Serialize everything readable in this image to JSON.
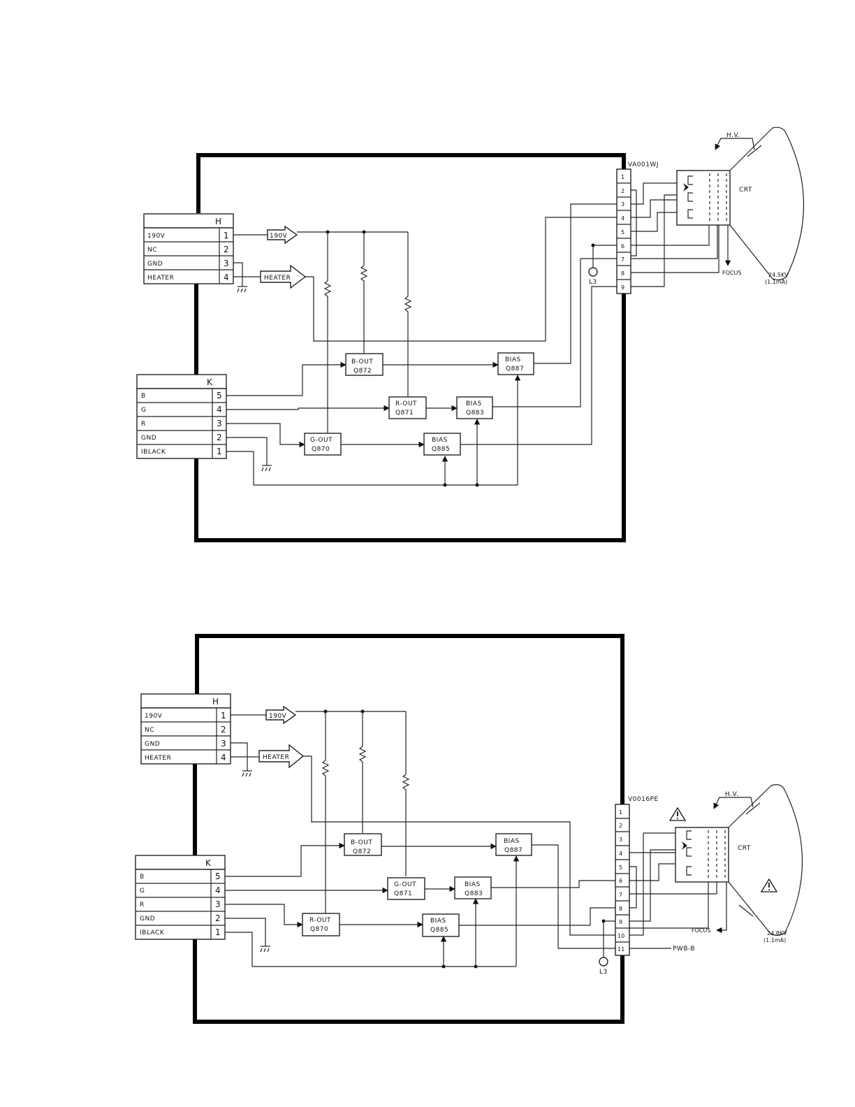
{
  "diagrams": [
    {
      "connector_h": {
        "name": "H",
        "pins": [
          {
            "label": "190V",
            "num": "1"
          },
          {
            "label": "NC",
            "num": "2"
          },
          {
            "label": "GND",
            "num": "3"
          },
          {
            "label": "HEATER",
            "num": "4"
          }
        ]
      },
      "connector_k": {
        "name": "K",
        "pins": [
          {
            "label": "B",
            "num": "5"
          },
          {
            "label": "G",
            "num": "4"
          },
          {
            "label": "R",
            "num": "3"
          },
          {
            "label": "GND",
            "num": "2"
          },
          {
            "label": "IBLACK",
            "num": "1"
          }
        ]
      },
      "arrow_190v": "190V",
      "arrow_heater": "HEATER",
      "blocks": {
        "b_out": [
          "B-OUT",
          "Q872"
        ],
        "mid_out": [
          "R-OUT",
          "Q871"
        ],
        "low_out": [
          "G-OUT",
          "Q870"
        ],
        "bias_top": [
          "BIAS",
          "Q887"
        ],
        "bias_mid": [
          "BIAS",
          "Q883"
        ],
        "bias_low": [
          "BIAS",
          "Q885"
        ]
      },
      "socket": {
        "part": "VA001WJ",
        "pins": [
          "1",
          "2",
          "3",
          "4",
          "5",
          "6",
          "7",
          "8",
          "9"
        ]
      },
      "crt": {
        "label": "CRT",
        "hv": "H.V.",
        "focus": "FOCUS",
        "voltage": "24.5KV",
        "current": "(1.1mA)",
        "inductor": "L3"
      }
    },
    {
      "connector_h": {
        "name": "H",
        "pins": [
          {
            "label": "190V",
            "num": "1"
          },
          {
            "label": "NC",
            "num": "2"
          },
          {
            "label": "GND",
            "num": "3"
          },
          {
            "label": "HEATER",
            "num": "4"
          }
        ]
      },
      "connector_k": {
        "name": "K",
        "pins": [
          {
            "label": "B",
            "num": "5"
          },
          {
            "label": "G",
            "num": "4"
          },
          {
            "label": "R",
            "num": "3"
          },
          {
            "label": "GND",
            "num": "2"
          },
          {
            "label": "IBLACK",
            "num": "1"
          }
        ]
      },
      "arrow_190v": "190V",
      "arrow_heater": "HEATER",
      "blocks": {
        "b_out": [
          "B-OUT",
          "Q872"
        ],
        "mid_out": [
          "G-OUT",
          "Q871"
        ],
        "low_out": [
          "R-OUT",
          "Q870"
        ],
        "bias_top": [
          "BIAS",
          "Q887"
        ],
        "bias_mid": [
          "BIAS",
          "Q883"
        ],
        "bias_low": [
          "BIAS",
          "Q885"
        ]
      },
      "socket": {
        "part": "V0016PE",
        "pins": [
          "1",
          "2",
          "3",
          "4",
          "5",
          "6",
          "7",
          "8",
          "9",
          "10",
          "11"
        ]
      },
      "crt": {
        "label": "CRT",
        "hv": "H.V.",
        "focus": "FOCUS",
        "voltage": "24.8KV",
        "current": "(1.1mA)",
        "inductor": "L3",
        "board": "PWB-B"
      }
    }
  ]
}
